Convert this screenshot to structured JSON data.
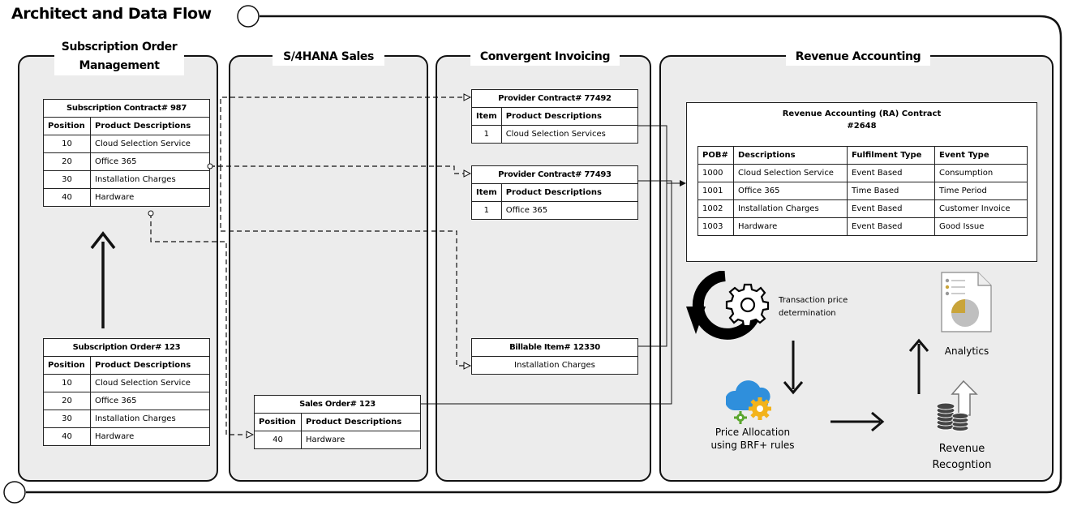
{
  "title": "Architect and Data Flow",
  "panels": {
    "som": "Subscription Order\nManagement",
    "s4": "S/4HANA Sales",
    "ci": "Convergent Invoicing",
    "ra": "Revenue Accounting"
  },
  "subscription_contract": {
    "caption": "Subscription Contract# 987",
    "headers": [
      "Position",
      "Product Descriptions"
    ],
    "rows": [
      [
        "10",
        "Cloud Selection Service"
      ],
      [
        "20",
        "Office 365"
      ],
      [
        "30",
        "Installation Charges"
      ],
      [
        "40",
        "Hardware"
      ]
    ]
  },
  "subscription_order": {
    "caption": "Subscription Order# 123",
    "headers": [
      "Position",
      "Product Descriptions"
    ],
    "rows": [
      [
        "10",
        "Cloud Selection Service"
      ],
      [
        "20",
        "Office 365"
      ],
      [
        "30",
        "Installation Charges"
      ],
      [
        "40",
        "Hardware"
      ]
    ]
  },
  "sales_order": {
    "caption": "Sales Order# 123",
    "headers": [
      "Position",
      "Product Descriptions"
    ],
    "rows": [
      [
        "40",
        "Hardware"
      ]
    ]
  },
  "provider_contract_1": {
    "caption": "Provider Contract# 77492",
    "headers": [
      "Item",
      "Product Descriptions"
    ],
    "rows": [
      [
        "1",
        "Cloud Selection Services"
      ]
    ]
  },
  "provider_contract_2": {
    "caption": "Provider Contract# 77493",
    "headers": [
      "Item",
      "Product Descriptions"
    ],
    "rows": [
      [
        "1",
        "Office 365"
      ]
    ]
  },
  "billable_item": {
    "caption": "Billable Item# 12330",
    "row": "Installation Charges"
  },
  "ra_contract": {
    "title_line1": "Revenue Accounting (RA) Contract",
    "title_line2": "#2648",
    "headers": [
      "POB#",
      "Descriptions",
      "Fulfilment Type",
      "Event Type"
    ],
    "rows": [
      [
        "1000",
        "Cloud Selection Service",
        "Event Based",
        "Consumption"
      ],
      [
        "1001",
        "Office 365",
        "Time Based",
        "Time Period"
      ],
      [
        "1002",
        "Installation Charges",
        "Event Based",
        "Customer Invoice"
      ],
      [
        "1003",
        "Hardware",
        "Event Based",
        "Good Issue"
      ]
    ]
  },
  "steps": {
    "transaction_price": "Transaction price\ndetermination",
    "price_allocation": "Price Allocation\nusing BRF+ rules",
    "analytics": "Analytics",
    "revenue_recognition": "Revenue\nRecogntion"
  },
  "colors": {
    "panel_fill": "#ececec",
    "border": "#111111",
    "cloud_blue": "#2f8fdc",
    "gear_yellow": "#f3b31b",
    "gear_green": "#5aa62e",
    "chart_gold": "#c9a43a",
    "chart_gray": "#bfbfbf"
  }
}
